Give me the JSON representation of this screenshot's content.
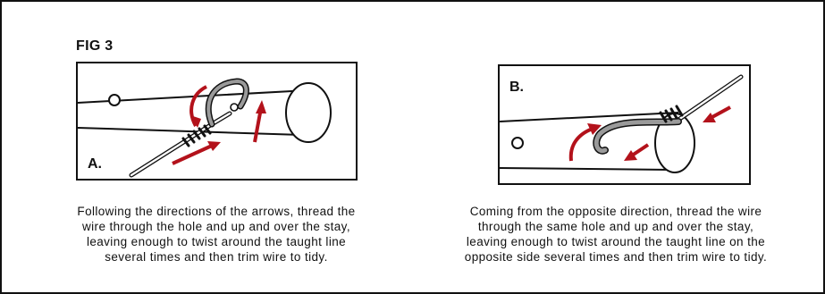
{
  "figure": {
    "label": "FIG 3",
    "panels": [
      {
        "letter": "A.",
        "caption_lines": [
          "Following the directions of the arrows, thread the",
          "wire through the hole and up and over the stay,",
          "leaving enough to twist around the taught line",
          "several times and then trim wire to tidy."
        ]
      },
      {
        "letter": "B.",
        "caption_lines": [
          "Coming from the opposite direction, thread the wire",
          "through the same  hole and up and over the stay,",
          "leaving enough to twist around the taught line on the",
          "opposite side several times and then trim wire to tidy."
        ]
      }
    ]
  },
  "colors": {
    "arrow": "#b3121b",
    "line": "#111111",
    "wire": "#9a9a9a"
  },
  "icons": [
    "stay-rod-illustration",
    "wire-illustration",
    "direction-arrow"
  ]
}
